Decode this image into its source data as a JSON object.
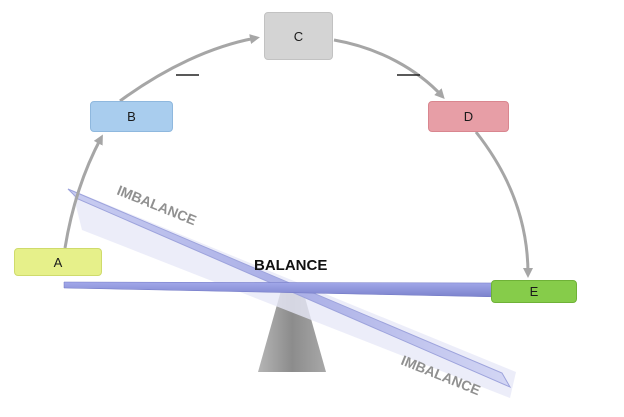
{
  "nodes": {
    "a": "A",
    "b": "B",
    "c": "C",
    "d": "D",
    "e": "E"
  },
  "labels": {
    "balance": "BALANCE",
    "imbalance_top": "IMBALANCE",
    "imbalance_bottom": "IMBALANCE"
  },
  "colors": {
    "node_a": "#e6f08a",
    "node_b": "#a9cdee",
    "node_c": "#d4d4d4",
    "node_d": "#e79ea6",
    "node_e": "#86cc4a",
    "arrow": "#a6a6a6",
    "beam": "#8f96d8",
    "fulcrum": "#9a9a9a"
  }
}
